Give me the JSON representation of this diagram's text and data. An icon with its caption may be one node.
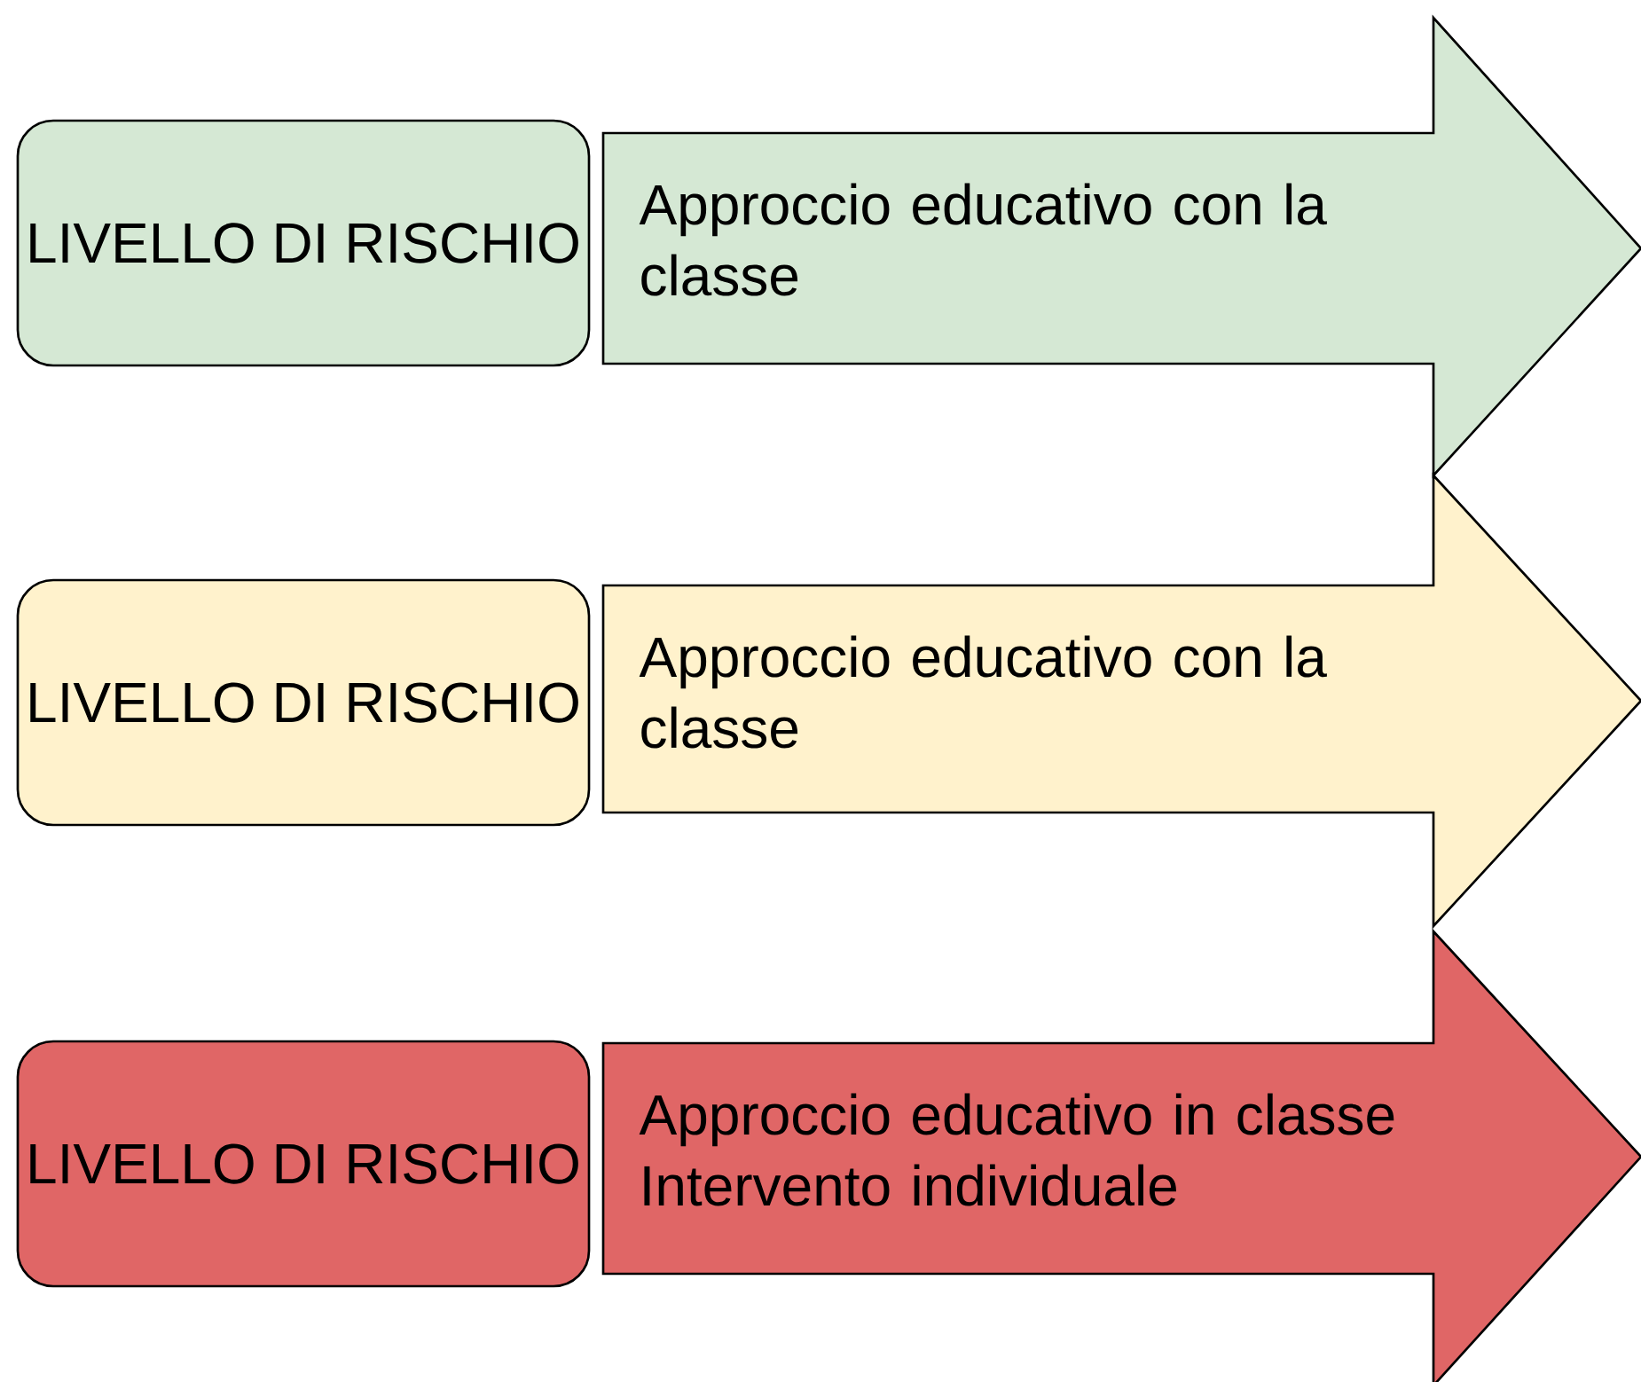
{
  "diagram": {
    "nodes": [
      {
        "text": [
          "LIVELLO DI RISCHIO"
        ]
      },
      {
        "text": [
          "Approccio educativo con la classe"
        ]
      },
      {
        "text": [
          "LIVELLO DI RISCHIO"
        ]
      },
      {
        "text": [
          "Approccio educativo con la classe"
        ]
      },
      {
        "text": [
          "LIVELLO DI RISCHIO"
        ]
      },
      {
        "text": [
          "Approccio educativo in classe",
          "Intervento individuale"
        ]
      }
    ]
  }
}
